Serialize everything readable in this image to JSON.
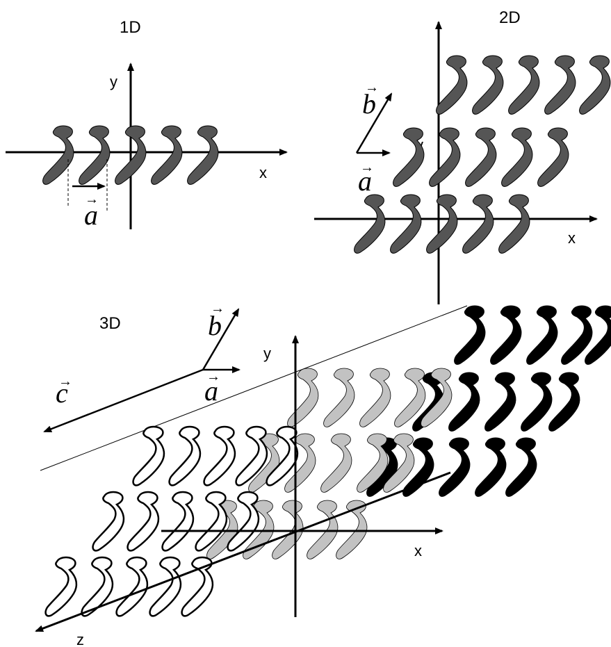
{
  "panels": {
    "one_d": {
      "title": "1D",
      "x_label": "x",
      "y_label": "y",
      "vector_a": "a"
    },
    "two_d": {
      "title": "2D",
      "x_label": "x",
      "y_label": "y",
      "vector_a": "a",
      "vector_b": "b"
    },
    "three_d": {
      "title": "3D",
      "x_label": "x",
      "y_label": "y",
      "z_label": "z",
      "vector_a": "a",
      "vector_b": "b",
      "vector_c": "c"
    }
  },
  "colors": {
    "dark_grey": "#555555",
    "light_grey": "#c2c2c2",
    "black": "#000000",
    "outline_white": "#ffffff"
  },
  "icons": {
    "molecule_shape": "comma-molecule-icon"
  }
}
